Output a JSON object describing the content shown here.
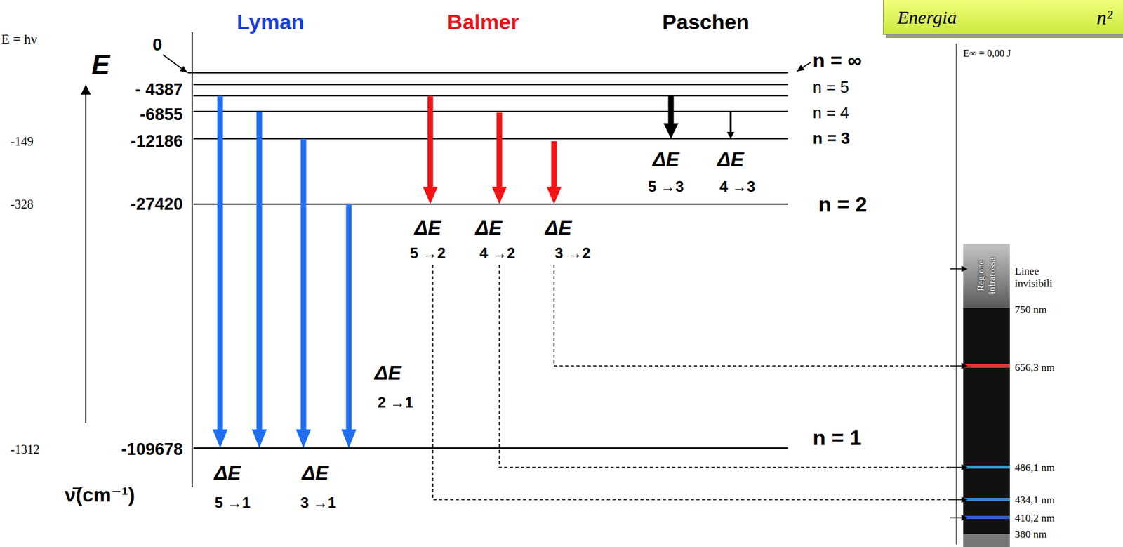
{
  "diagram": {
    "nodes": [
      {
        "text": [
          "Energia",
          "n²"
        ]
      }
    ],
    "labels": [
      "Lyman",
      "Balmer",
      "Paschen",
      "E = hν",
      "0",
      "E",
      "- 4387",
      "-6855",
      "-12186",
      "-27420",
      "-109678",
      "-149",
      "-328",
      "-1312",
      "ν̄(cm⁻¹)",
      "n = ∞",
      "n = 5",
      "n = 4",
      "n = 3",
      "n = 2",
      "n = 1",
      "ΔE",
      "5 →1",
      "ΔE",
      "3 →1",
      "ΔE",
      "2 →1",
      "ΔE",
      "5 →2",
      "ΔE",
      "4 →2",
      "ΔE",
      "3 →2",
      "ΔE",
      "5 →3",
      "ΔE",
      "4 →3",
      "E∞ = 0,00 J",
      "Regione infrarossa",
      "Linee invisibili",
      "750 nm",
      "656,3 nm",
      "486,1 nm",
      "434,1 nm",
      "410,2 nm",
      "380 nm"
    ]
  }
}
